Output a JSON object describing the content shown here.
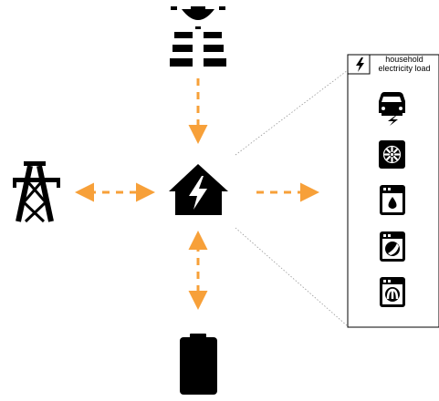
{
  "colors": {
    "accent": "#F7A039",
    "icon": "#000000",
    "connector": "#999999",
    "background": "#FFFFFF"
  },
  "nodes": {
    "solar": {
      "icon": "solar-panel-icon"
    },
    "grid": {
      "icon": "transmission-tower-icon"
    },
    "home": {
      "icon": "house-lightning-icon"
    },
    "battery": {
      "icon": "battery-icon"
    }
  },
  "flows": [
    {
      "from": "solar",
      "to": "home",
      "direction": "one-way"
    },
    {
      "from": "grid",
      "to": "home",
      "direction": "two-way"
    },
    {
      "from": "home",
      "to": "load",
      "direction": "one-way"
    },
    {
      "from": "home",
      "to": "battery",
      "direction": "two-way"
    }
  ],
  "load_panel": {
    "title": "household electricity load",
    "header_icon": "lightning-icon",
    "devices": [
      {
        "icon": "electric-car-icon"
      },
      {
        "icon": "heat-pump-icon"
      },
      {
        "icon": "water-boiler-icon"
      },
      {
        "icon": "washing-machine-icon"
      },
      {
        "icon": "dryer-icon"
      }
    ]
  }
}
